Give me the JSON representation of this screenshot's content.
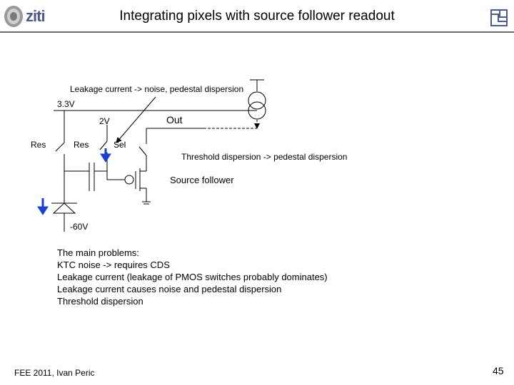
{
  "header": {
    "title": "Integrating pixels with source follower readout"
  },
  "logos": {
    "left_text": "ziti"
  },
  "schematic": {
    "leakage_note": "Leakage current -> noise, pedestal dispersion",
    "v33": "3.3V",
    "v2": "2V",
    "out": "Out",
    "res1": "Res",
    "res2": "Res",
    "sel": "Sel",
    "threshold_note": "Threshold dispersion -> pedestal dispersion",
    "source_follower": "Source follower",
    "vneg": "-60V"
  },
  "problems": [
    "The main problems:",
    "KTC noise -> requires CDS",
    "Leakage current (leakage of PMOS switches probably dominates)",
    "Leakage current causes noise and pedestal dispersion",
    "Threshold dispersion"
  ],
  "footer": {
    "left": "FEE 2011, Ivan Peric",
    "page": "45"
  },
  "colors": {
    "arrow_blue": "#1a3fd6",
    "rule_grey": "#6e6e6e"
  }
}
